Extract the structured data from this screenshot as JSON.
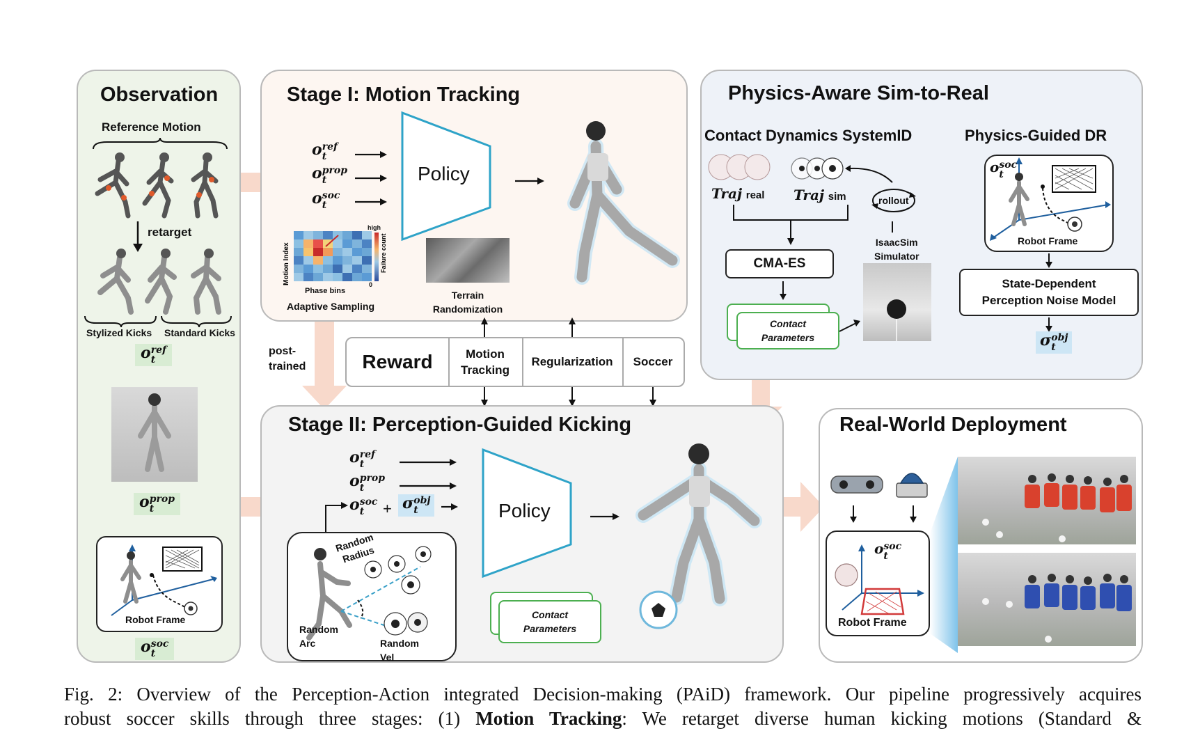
{
  "observation": {
    "title": "Observation",
    "reference_motion": "Reference Motion",
    "retarget": "retarget",
    "stylized_kicks": "Stylized Kicks",
    "standard_kicks": "Standard Kicks",
    "robot_frame": "Robot Frame"
  },
  "stage1": {
    "title": "Stage I: Motion Tracking",
    "policy": "Policy",
    "heatmap_ylabel": "Motion Index",
    "heatmap_xlabel": "Phase bins",
    "heatmap_colorbar": "Failure count",
    "heatmap_high": "high",
    "heatmap_low": "0",
    "adaptive_sampling": "Adaptive Sampling",
    "terrain_line1": "Terrain",
    "terrain_line2": "Randomization"
  },
  "post_trained": {
    "line1": "post-",
    "line2": "trained"
  },
  "reward": {
    "title": "Reward",
    "motion_tracking_1": "Motion",
    "motion_tracking_2": "Tracking",
    "regularization": "Regularization",
    "soccer": "Soccer"
  },
  "stage2": {
    "title": "Stage II: Perception-Guided Kicking",
    "policy": "Policy",
    "plus": "+",
    "random_radius_1": "Random",
    "random_radius_2": "Radius",
    "random_arc_1": "Random",
    "random_arc_2": "Arc",
    "random_vel_1": "Random",
    "random_vel_2": "Vel",
    "contact_1": "Contact",
    "contact_2": "Parameters"
  },
  "physics": {
    "title": "Physics-Aware Sim-to-Real",
    "sysid_title": "Contact Dynamics SystemID",
    "traj": "Traj",
    "real": "real",
    "sim": "sim",
    "rollout": "rollout",
    "isaac_1": "IsaacSim",
    "isaac_2": "Simulator",
    "cmaes": "CMA-ES",
    "contact_1": "Contact",
    "contact_2": "Parameters",
    "dr_title": "Physics-Guided DR",
    "robot_frame": "Robot Frame",
    "noise_1": "State-Dependent",
    "noise_2": "Perception Noise Model"
  },
  "real": {
    "title": "Real-World Deployment",
    "robot_frame": "Robot Frame"
  },
  "symbols": {
    "o": "o",
    "t": "t",
    "sigma": "σ",
    "ref": "ref",
    "prop": "prop",
    "soc": "soc",
    "obj": "obj"
  },
  "caption": {
    "line1": "Fig. 2: Overview of the Perception-Action integrated Decision-making (PAiD) framework. Our pipeline progressively acquires",
    "line2_a": "robust soccer skills through three stages: (1) ",
    "line2_bold": "Motion Tracking",
    "line2_b": ": We retarget diverse human kicking motions (Standard &"
  },
  "colors": {
    "obs_bg": "#eef4e9",
    "stage1_bg": "#fdf6f1",
    "stage2_bg": "#f3f3f3",
    "physics_bg": "#eef2f8",
    "arrow_fill": "#f8d9cb",
    "policy_stroke": "#2ea3c8",
    "contact_stroke": "#4caf50",
    "green_highlight": "#d8ecd3",
    "blue_highlight": "#cde6f5"
  },
  "icons": [
    "humanoid-robot-icon",
    "soccer-ball-icon",
    "goal-net-icon",
    "camera-icon",
    "lidar-icon",
    "terrain-icon",
    "heatmap-icon"
  ]
}
